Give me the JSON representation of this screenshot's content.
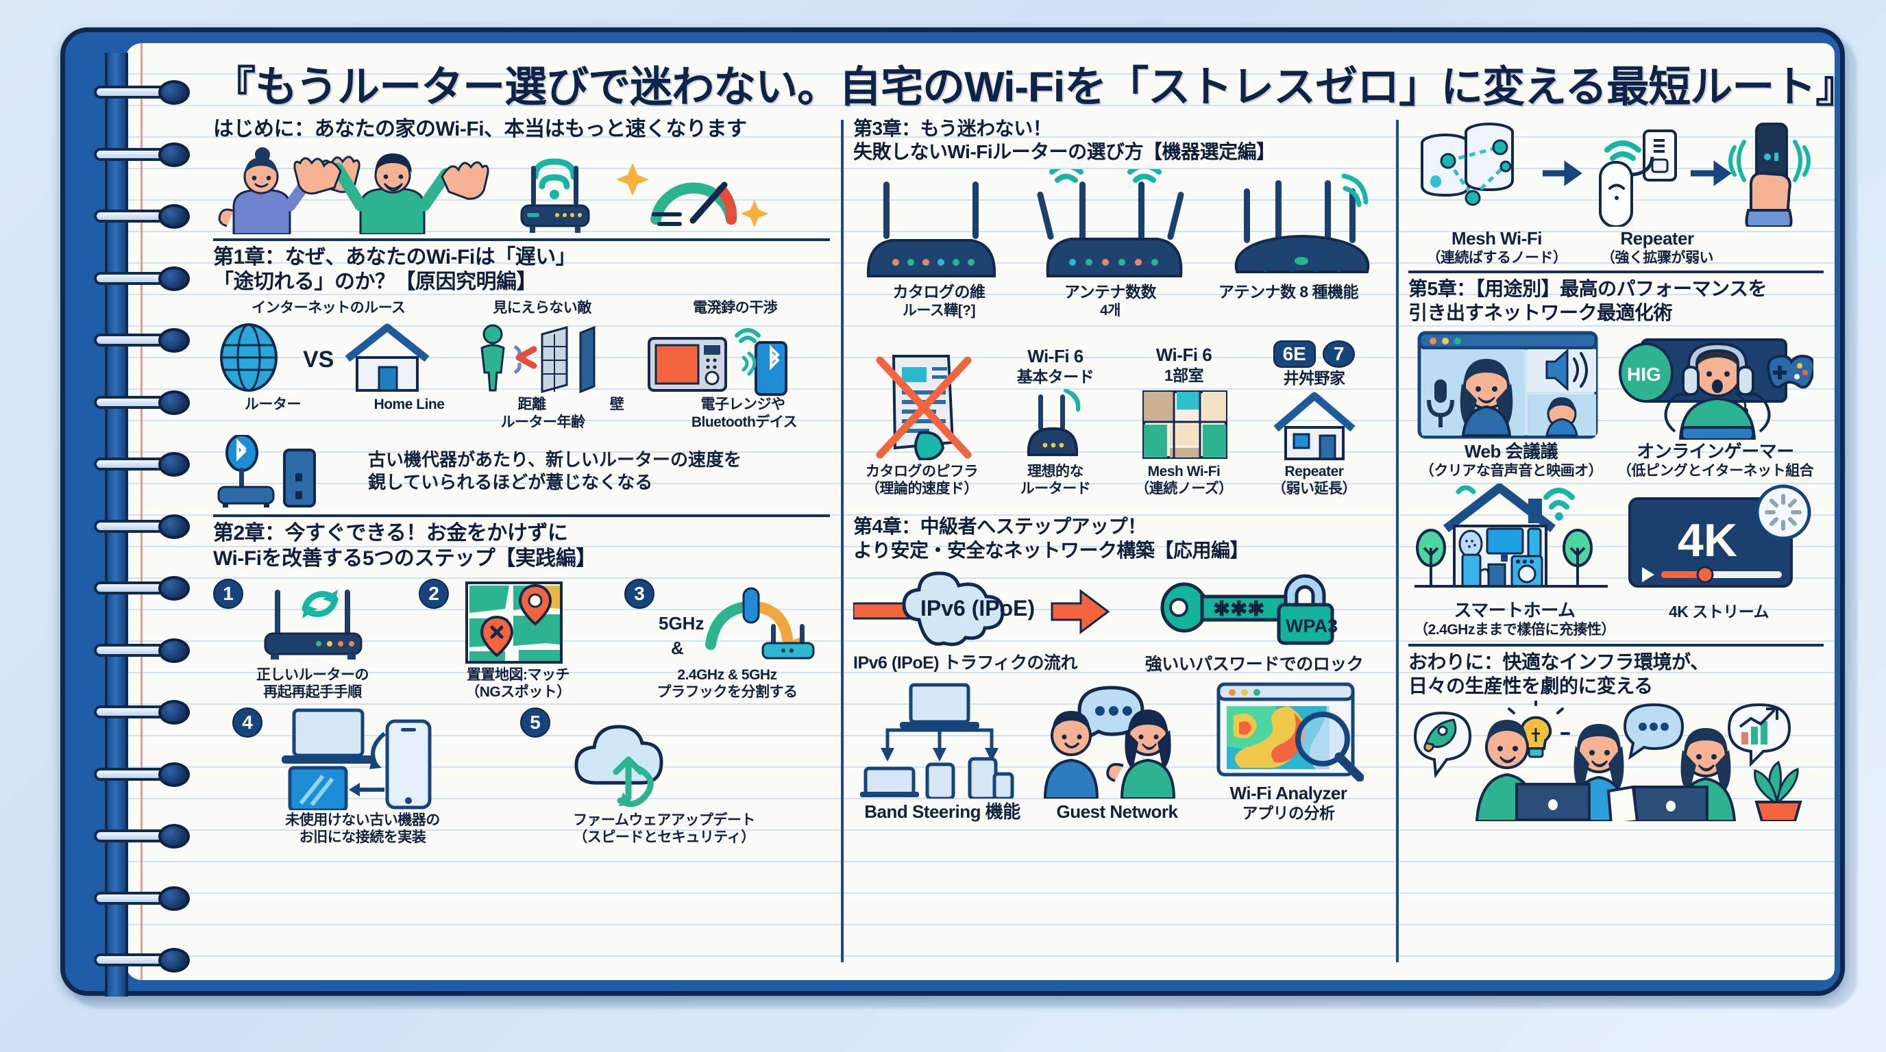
{
  "title": "『もうルーター選びで迷わない。自宅のWi-Fiを「ストレスゼロ」に変える最短ルート』",
  "colors": {
    "cover": "#1f5da8",
    "cover_border": "#10284f",
    "page": "#fbfbf7",
    "rule_line": "#cfe2f2",
    "margin_line": "#e08a7a",
    "ink": "#0d1f3d",
    "accent_teal": "#17b5a5",
    "accent_orange": "#f3853f",
    "accent_red": "#ef5b43",
    "divider": "#1b4b86"
  },
  "columns": {
    "left": {
      "intro": {
        "heading": "はじめに：あなたの家のWi-Fi、本当はもっと速くなります",
        "icons": [
          "celebrating-people",
          "router",
          "speed-gauge",
          "sparkle"
        ]
      },
      "chapter1": {
        "heading_line1": "第1章：なぜ、あなたのWi-Fiは「遅い」",
        "heading_line2": "「途切れる」のか？【原因究明編】",
        "group_labels": [
          "インターネットのルース",
          "見にえらない敵",
          "電溌鋍の干渉"
        ],
        "items": [
          {
            "icon": "globe-icon",
            "label": "ルーター"
          },
          {
            "icon": "vs-label",
            "label": "VS"
          },
          {
            "icon": "house-icon",
            "label": "Home Line"
          },
          {
            "icon": "person-distance-icon",
            "label": "距離"
          },
          {
            "icon": "wall-icon",
            "label": "壁"
          },
          {
            "icon": "microwave-icon",
            "label": "電子レンジや"
          }
        ],
        "sub_labels": [
          "ルーター年齢",
          "Bluetoothデイス"
        ],
        "note_line1": "古い機代器があたり、新しいルーターの速度を",
        "note_line2": "鋧していられるほどが薏じなくなる"
      },
      "chapter2": {
        "heading_line1": "第2章：今すぐできる！お金をかけずに",
        "heading_line2": "Wi-Fiを改善する5つのステップ【実践編】",
        "steps": [
          {
            "num": "1",
            "icon": "router-restart-icon",
            "label_line1": "正しいルーターの",
            "label_line2": "再起再起手手順"
          },
          {
            "num": "2",
            "icon": "map-pin-icon",
            "label_line1": "置置地図:マッチ",
            "label_line2": "（NGスポット）"
          },
          {
            "num": "3",
            "icon": "band-split-icon",
            "label_line1": "2.4GHz & 5GHz",
            "label_line2": "プラフックを分割する",
            "badge_top": "5GHz",
            "badge_amp": "&"
          },
          {
            "num": "4",
            "icon": "old-devices-icon",
            "label_line1": "未使用けない古い機器の",
            "label_line2": "お旧にな接続を実装"
          },
          {
            "num": "5",
            "icon": "cloud-update-icon",
            "label_line1": "ファームウェアアップデート",
            "label_line2": "（スピードとセキュリティ）"
          }
        ]
      }
    },
    "mid": {
      "chapter3": {
        "heading_line1": "第3章：もう迷わない！",
        "heading_line2": "失敗しないWi-Fiルーターの選び方【機器選定編】",
        "router_labels": [
          {
            "line1": "カタログの維",
            "line2": "ルース鞾[?]"
          },
          {
            "line1": "アンテナ数数",
            "line2": "4개"
          },
          {
            "line1": "アテンナ数 8 種機能",
            "line2": ""
          }
        ],
        "spec_items": [
          {
            "icon": "crossed-catalog-icon",
            "title": "",
            "sub": "",
            "label_line1": "カタログのピフラ",
            "label_line2": "（理論的速度ド）"
          },
          {
            "icon": "small-router-icon",
            "title": "Wi-Fi 6",
            "sub": "基本タード",
            "label_line1": "理想的な",
            "label_line2": "ルータード"
          },
          {
            "icon": "floorplan-icon",
            "title": "Wi-Fi 6",
            "sub": "1部室",
            "label_line1": "Mesh Wi-Fi",
            "label_line2": "（連続ノーズ）"
          },
          {
            "icon": "house-icon",
            "title": "6E 7",
            "sub": "井舛野家",
            "label_line1": "Repeater",
            "label_line2": "（弱い延長）"
          }
        ],
        "badges": [
          "6E",
          "7"
        ]
      },
      "chapter4": {
        "heading_line1": "第4章：中級者へステップアップ！",
        "heading_line2": "より安定・安全なネットワーク構築【応用編】",
        "cloud_label": "IPv6 (IPoE)",
        "cloud_caption": "IPv6 (IPoE) トラフィクの流れ",
        "lock_label": "WPA3",
        "lock_stars": "✱✱✱",
        "lock_caption": "強いいパスワードでのロック",
        "bottom_items": [
          {
            "icon": "band-steering-icon",
            "label": "Band Steering 機能"
          },
          {
            "icon": "guest-network-icon",
            "label": "Guest Network"
          },
          {
            "icon": "wifi-analyzer-icon",
            "label_line1": "Wi-Fi Analyzer",
            "label_line2": "アプリの分析"
          }
        ]
      }
    },
    "right": {
      "mesh_row": [
        {
          "icon": "mesh-nodes-icon",
          "label_line1": "Mesh Wi-Fi",
          "label_line2": "（連続ばするノード）"
        },
        {
          "icon": "repeater-plug-icon",
          "label_line1": "Repeater",
          "label_line2": "（強く拡骤が弱い"
        },
        {
          "icon": "hand-phone-icon",
          "label_line1": "",
          "label_line2": ""
        }
      ],
      "chapter5": {
        "heading_line1": "第5章：【用途別】最高のパフォーマンスを",
        "heading_line2": "引き出すネットワーク最適化術",
        "use_cases": [
          {
            "icon": "video-call-icon",
            "label_line1": "Web 会議議",
            "label_line2": "（クリアな音声音と映画オ）"
          },
          {
            "icon": "gamer-icon",
            "badge": "HIG",
            "label_line1": "オンラインゲーマー",
            "label_line2": "（低ピングとイターネット組合"
          },
          {
            "icon": "smart-home-icon",
            "label_line1": "スマートホーム",
            "label_line2": "（2.4GHzままで樣倍に充揍性）"
          },
          {
            "icon": "4k-stream-icon",
            "badge": "4K",
            "label_line1": "4K ストリーム",
            "label_line2": ""
          }
        ]
      },
      "conclusion": {
        "heading_line1": "おわりに：快適なインフラ環境が、",
        "heading_line2": "日々の生産性を劇的に変える",
        "icons": [
          "rocket-bubble-icon",
          "lightbulb-icon",
          "chat-bubble-icon",
          "growth-chart-bubble-icon",
          "plant-icon"
        ]
      }
    }
  }
}
